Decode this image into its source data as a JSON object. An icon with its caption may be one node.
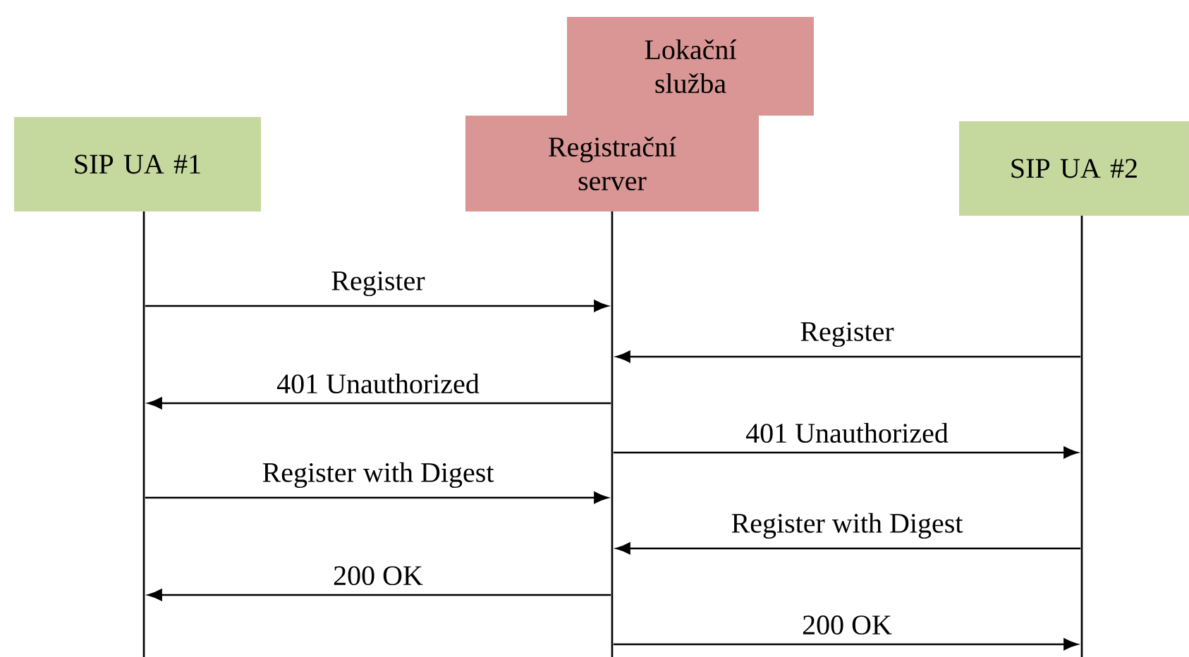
{
  "diagram": {
    "nodes": [
      {
        "text": [
          "SIP UA #1"
        ]
      },
      {
        "text": [
          "Lokační služba"
        ]
      },
      {
        "text": [
          "Registrační server"
        ]
      },
      {
        "text": [
          "SIP UA #2"
        ]
      },
      {
        "text": [],
        "shape": "line"
      },
      {
        "text": [],
        "shape": "line"
      },
      {
        "text": [],
        "shape": "line"
      }
    ],
    "edges": [
      {
        "from": 4,
        "to": 5,
        "arrow": "to",
        "label": "Register"
      },
      {
        "from": 6,
        "to": 5,
        "arrow": "to",
        "label": "Register"
      },
      {
        "from": 5,
        "to": 4,
        "arrow": "to",
        "label": "401 Unauthorized"
      },
      {
        "from": 5,
        "to": 6,
        "arrow": "to",
        "label": "401 Unauthorized"
      },
      {
        "from": 4,
        "to": 5,
        "arrow": "to",
        "label": "Register with Digest"
      },
      {
        "from": 6,
        "to": 5,
        "arrow": "to",
        "label": "Register with Digest"
      },
      {
        "from": 5,
        "to": 4,
        "arrow": "to",
        "label": "200 OK"
      },
      {
        "from": 5,
        "to": 6,
        "arrow": "to",
        "label": "200 OK"
      }
    ]
  }
}
